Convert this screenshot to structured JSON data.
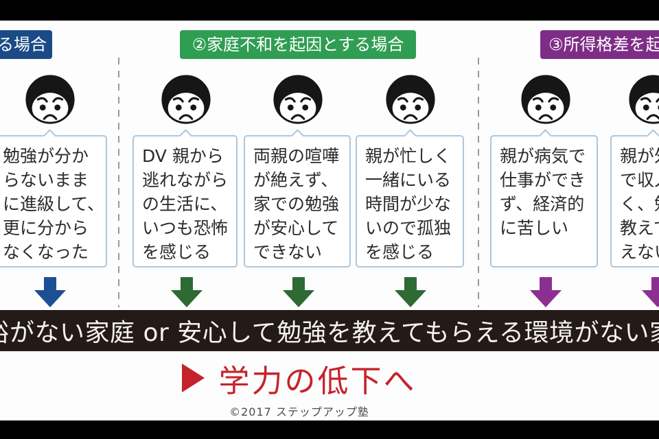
{
  "headers": {
    "case1": {
      "label": "る場合",
      "color": "#1a4b87"
    },
    "case2": {
      "label": "②家庭不和を起因とする場合",
      "color": "#2f9e53"
    },
    "case3": {
      "label": "③所得格差を起",
      "color": "#7e2d87"
    }
  },
  "bubbles": [
    {
      "text": "勉強が分か\nらないまま\nに進級して、\n更に分から\nなくなった",
      "arrow_color": "#1d4f94"
    },
    {
      "text": "DV 親から\n逃れながら\nの生活に、\nいつも恐怖\nを感じる",
      "arrow_color": "#2d6a34"
    },
    {
      "text": "両親の喧嘩\nが絶えず、\n家での勉強\nが安心して\nできない",
      "arrow_color": "#2d6a34"
    },
    {
      "text": "親が忙しく\n一緒にいる\n時間が少な\nいので孤独\nを感じる",
      "arrow_color": "#2d6a34"
    },
    {
      "text": "親が病気で\n仕事ができ\nず、経済的\nに苦しい",
      "arrow_color": "#8b3090"
    },
    {
      "text": "親が外\nで収入\nく、勉\n教えて\nえない",
      "arrow_color": "#8b3090"
    }
  ],
  "banner": {
    "text": "余裕がない家庭 or 安心して勉強を教えてもらえる環境がない家庭",
    "bg": "#241a17"
  },
  "conclusion": {
    "text": "学力の低下へ",
    "color": "#c5232b"
  },
  "footer": {
    "copyright": "©2017 ステップアップ塾"
  }
}
